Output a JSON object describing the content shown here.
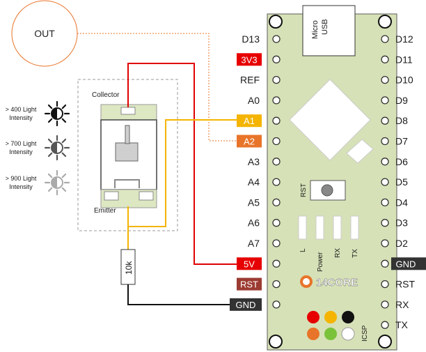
{
  "out_label": "OUT",
  "light_levels": [
    {
      "label": "> 400 Light Intensity",
      "color": "#111111"
    },
    {
      "label": "> 700 Light Intensity",
      "color": "#555555"
    },
    {
      "label": "> 900 Light Intensity",
      "color": "#aaaaaa"
    }
  ],
  "sensor": {
    "collector": "Collector",
    "emitter": "Emitter"
  },
  "resistor": "10k",
  "board_left_pins": [
    "D13",
    "3V3",
    "REF",
    "A0",
    "A1",
    "A2",
    "A3",
    "A4",
    "A5",
    "A6",
    "A7",
    "5V",
    "RST",
    "GND"
  ],
  "board_right_pins": [
    "D12",
    "D11",
    "D10",
    "D9",
    "D8",
    "D7",
    "D6",
    "D5",
    "D4",
    "D3",
    "D2",
    "GND",
    "RST",
    "RX",
    "TX"
  ],
  "usb": {
    "line1": "Micro",
    "line2": "USB"
  },
  "rst_button": "RST",
  "leds": [
    "L",
    "Power",
    "RX",
    "TX"
  ],
  "icsp": "ICSP",
  "logo": "14CORE",
  "colors": {
    "board": "#d6e1b7",
    "red_wire": "#e00000",
    "yellow_wire": "#f4b400",
    "orange_wire": "#e8742a",
    "black_wire": "#111111",
    "tag_3v3": "#e60000",
    "tag_a1": "#f4b400",
    "tag_a2": "#e8742a",
    "tag_5v": "#e60000",
    "tag_rst": "#9b3b32",
    "tag_gnd": "#333333"
  }
}
